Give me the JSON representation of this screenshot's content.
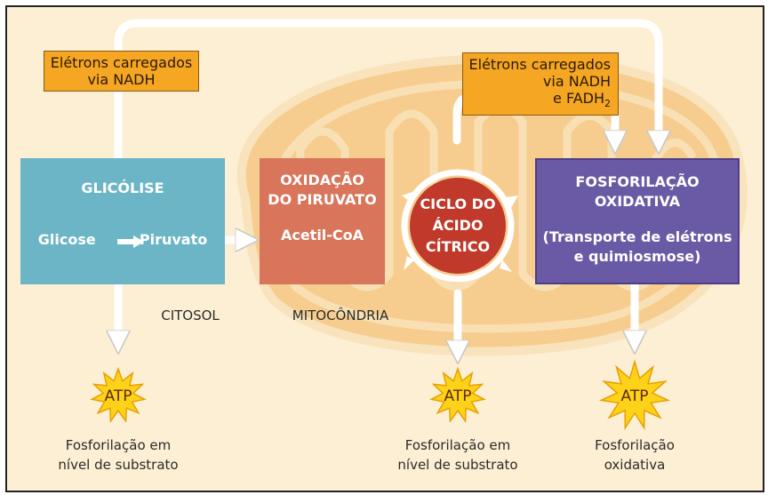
{
  "electrons_left": {
    "line1": "Elétrons carregados",
    "line2": "via NADH"
  },
  "electrons_right": {
    "line1": "Elétrons carregados",
    "line2": "via NADH",
    "line3_main": "e FADH",
    "line3_sub": "2"
  },
  "glycolysis": {
    "title": "GLICÓLISE",
    "from": "Glicose",
    "to": "Piruvato"
  },
  "pyruvate_oxidation": {
    "line1": "OXIDAÇÃO",
    "line2": "DO PIRUVATO",
    "product": "Acetil-CoA"
  },
  "citric_cycle": {
    "line1": "CICLO DO",
    "line2": "ÁCIDO",
    "line3": "CÍTRICO"
  },
  "oxidative": {
    "line1": "FOSFORILAÇÃO",
    "line2": "OXIDATIVA",
    "line3": "(Transporte de elétrons",
    "line4": "e quimiosmose)"
  },
  "regions": {
    "cytosol": "CITOSOL",
    "mitochondria": "MITOCÔNDRIA"
  },
  "atp": {
    "label": "ATP",
    "left": {
      "line1": "Fosforilação em",
      "line2": "nível de substrato"
    },
    "middle": {
      "line1": "Fosforilação em",
      "line2": "nível de substrato"
    },
    "right": {
      "line1": "Fosforilação",
      "line2": "oxidativa"
    }
  },
  "colors": {
    "background": "#fcefd3",
    "mitochondrion": "#f6cd8e",
    "glycolysis": "#6cb5c7",
    "pyruvate_oxidation": "#d9755a",
    "citric_cycle": "#c0392b",
    "oxidative": "#6a5aa6",
    "label_box": "#f5a623",
    "atp_star": "#ffd21a"
  }
}
